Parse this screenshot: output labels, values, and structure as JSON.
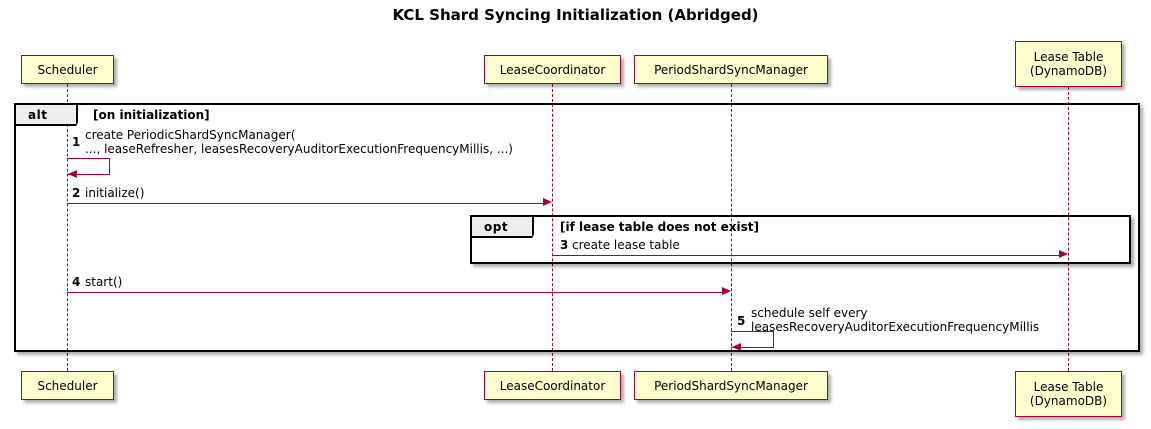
{
  "title": "KCL Shard Syncing Initialization (Abridged)",
  "colors": {
    "participant_fill": "#FEFECE",
    "participant_border": "#A80036",
    "lifeline": "#A80036",
    "arrow": "#A80036",
    "frame_border": "#000000",
    "frame_tab_fill": "#EEEEEE",
    "text": "#000000",
    "background": "#FFFFFF"
  },
  "participants": [
    {
      "id": "scheduler",
      "label": "Scheduler"
    },
    {
      "id": "lease-coordinator",
      "label": "LeaseCoordinator"
    },
    {
      "id": "period-shard-sync-manager",
      "label": "PeriodShardSyncManager"
    },
    {
      "id": "lease-table",
      "label": "Lease Table\n(DynamoDB)"
    }
  ],
  "frames": [
    {
      "id": "alt",
      "type": "alt",
      "condition": "[on initialization]"
    },
    {
      "id": "opt",
      "type": "opt",
      "condition": "[if lease table does not exist]"
    }
  ],
  "messages": [
    {
      "number": "1",
      "label": "create PeriodicShardSyncManager(\n..., leaseRefresher, leasesRecoveryAuditorExecutionFrequencyMillis, ...)",
      "from": "scheduler",
      "to": "scheduler",
      "self": true
    },
    {
      "number": "2",
      "label": "initialize()",
      "from": "scheduler",
      "to": "lease-coordinator",
      "self": false
    },
    {
      "number": "3",
      "label": "create lease table",
      "from": "lease-coordinator",
      "to": "lease-table",
      "self": false
    },
    {
      "number": "4",
      "label": "start()",
      "from": "scheduler",
      "to": "period-shard-sync-manager",
      "self": false
    },
    {
      "number": "5",
      "label": "schedule self every\nleasesRecoveryAuditorExecutionFrequencyMillis",
      "from": "period-shard-sync-manager",
      "to": "period-shard-sync-manager",
      "self": true
    }
  ]
}
